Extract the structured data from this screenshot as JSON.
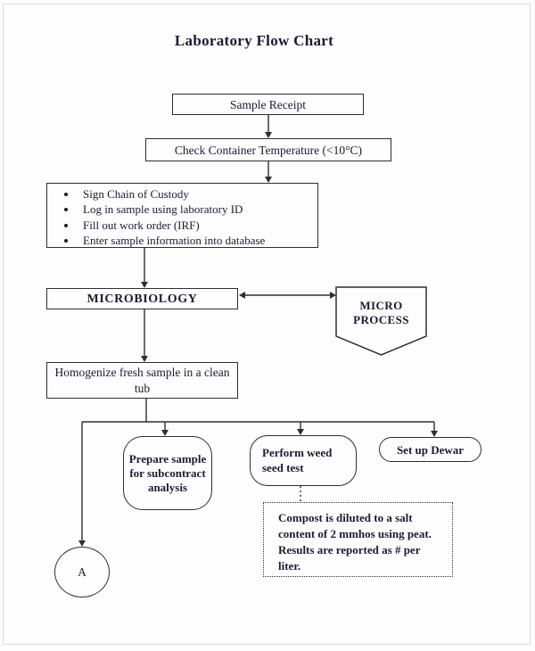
{
  "page": {
    "title": "Laboratory Flow Chart",
    "colors": {
      "line": "#2f2f2f",
      "text": "#1b1b33",
      "page_edge": "#dcdcdc",
      "background": "#fdfdfd"
    }
  },
  "flowchart": {
    "sample_receipt": "Sample Receipt",
    "check_temperature": "Check Container Temperature (<10°C)",
    "intake_steps": [
      "Sign Chain of Custody",
      "Log in sample using laboratory ID",
      "Fill out work order (IRF)",
      "Enter sample information into database"
    ],
    "microbiology": "MICROBIOLOGY",
    "micro_process": {
      "line1": "MICRO",
      "line2": "PROCESS"
    },
    "homogenize": "Homogenize fresh sample in a clean tub",
    "prepare_subcontract": "Prepare sample for subcontract analysis",
    "weed_seed_test": "Perform weed seed test",
    "set_up_dewar": "Set up Dewar",
    "compost_note": "Compost is diluted to a salt content of 2 mmhos using peat.  Results are reported as # per liter.",
    "connector_label": "A"
  }
}
